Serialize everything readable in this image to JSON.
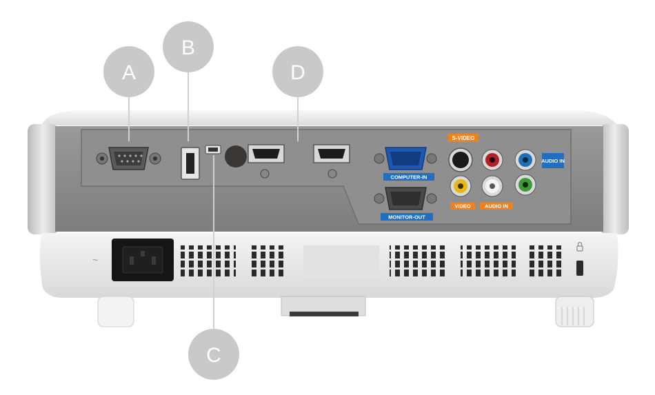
{
  "callouts": {
    "a": "A",
    "b": "B",
    "c": "C",
    "d": "D"
  },
  "port_labels": {
    "s_video": "S-VIDEO",
    "audio_in_right": "AUDIO IN",
    "computer_in": "COMPUTER-IN",
    "monitor_out": "MONITOR-OUT",
    "video": "VIDEO",
    "audio_in_bottom": "AUDIO IN"
  },
  "colors": {
    "callout_circle": "#c9c9c9",
    "label_orange": "#f0821e",
    "label_blue": "#1f6fc2",
    "panel_gray": "#8a8a8a",
    "body_white": "#ececec"
  },
  "icons": {
    "power": "power-inlet-icon",
    "lock": "kensington-lock-icon"
  }
}
